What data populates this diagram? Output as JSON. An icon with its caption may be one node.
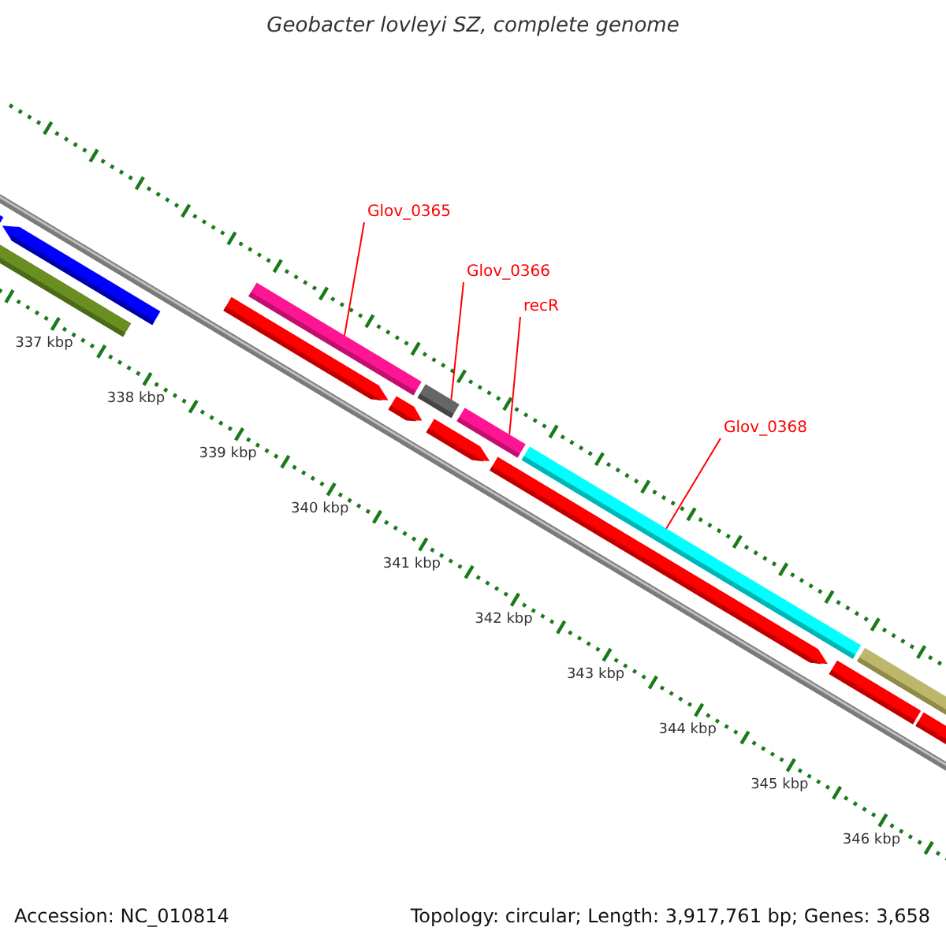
{
  "diagram": {
    "title": "Geobacter lovleyi SZ, complete genome",
    "nodes": [
      {
        "text": [
          "Glov_0365"
        ]
      },
      {
        "text": [],
        "shape": "bar"
      },
      {
        "text": [
          "Glov_0366"
        ]
      },
      {
        "text": [],
        "shape": "bar"
      },
      {
        "text": [
          "recR"
        ]
      },
      {
        "text": [],
        "shape": "bar"
      },
      {
        "text": [
          "Glov_0368"
        ]
      },
      {
        "text": [],
        "shape": "bar"
      }
    ],
    "edges": [
      {
        "from": 0,
        "to": 1,
        "arrow": "none"
      },
      {
        "from": 2,
        "to": 3,
        "arrow": "none"
      },
      {
        "from": 4,
        "to": 5,
        "arrow": "none"
      },
      {
        "from": 6,
        "to": 7,
        "arrow": "none"
      }
    ],
    "labels": [
      "337 kbp",
      "338 kbp",
      "339 kbp",
      "340 kbp",
      "341 kbp",
      "342 kbp",
      "343 kbp",
      "344 kbp",
      "345 kbp",
      "346 kbp",
      "Accession: NC_010814",
      "Topology: circular; Length: 3,917,761 bp; Genes: 3,658"
    ]
  }
}
